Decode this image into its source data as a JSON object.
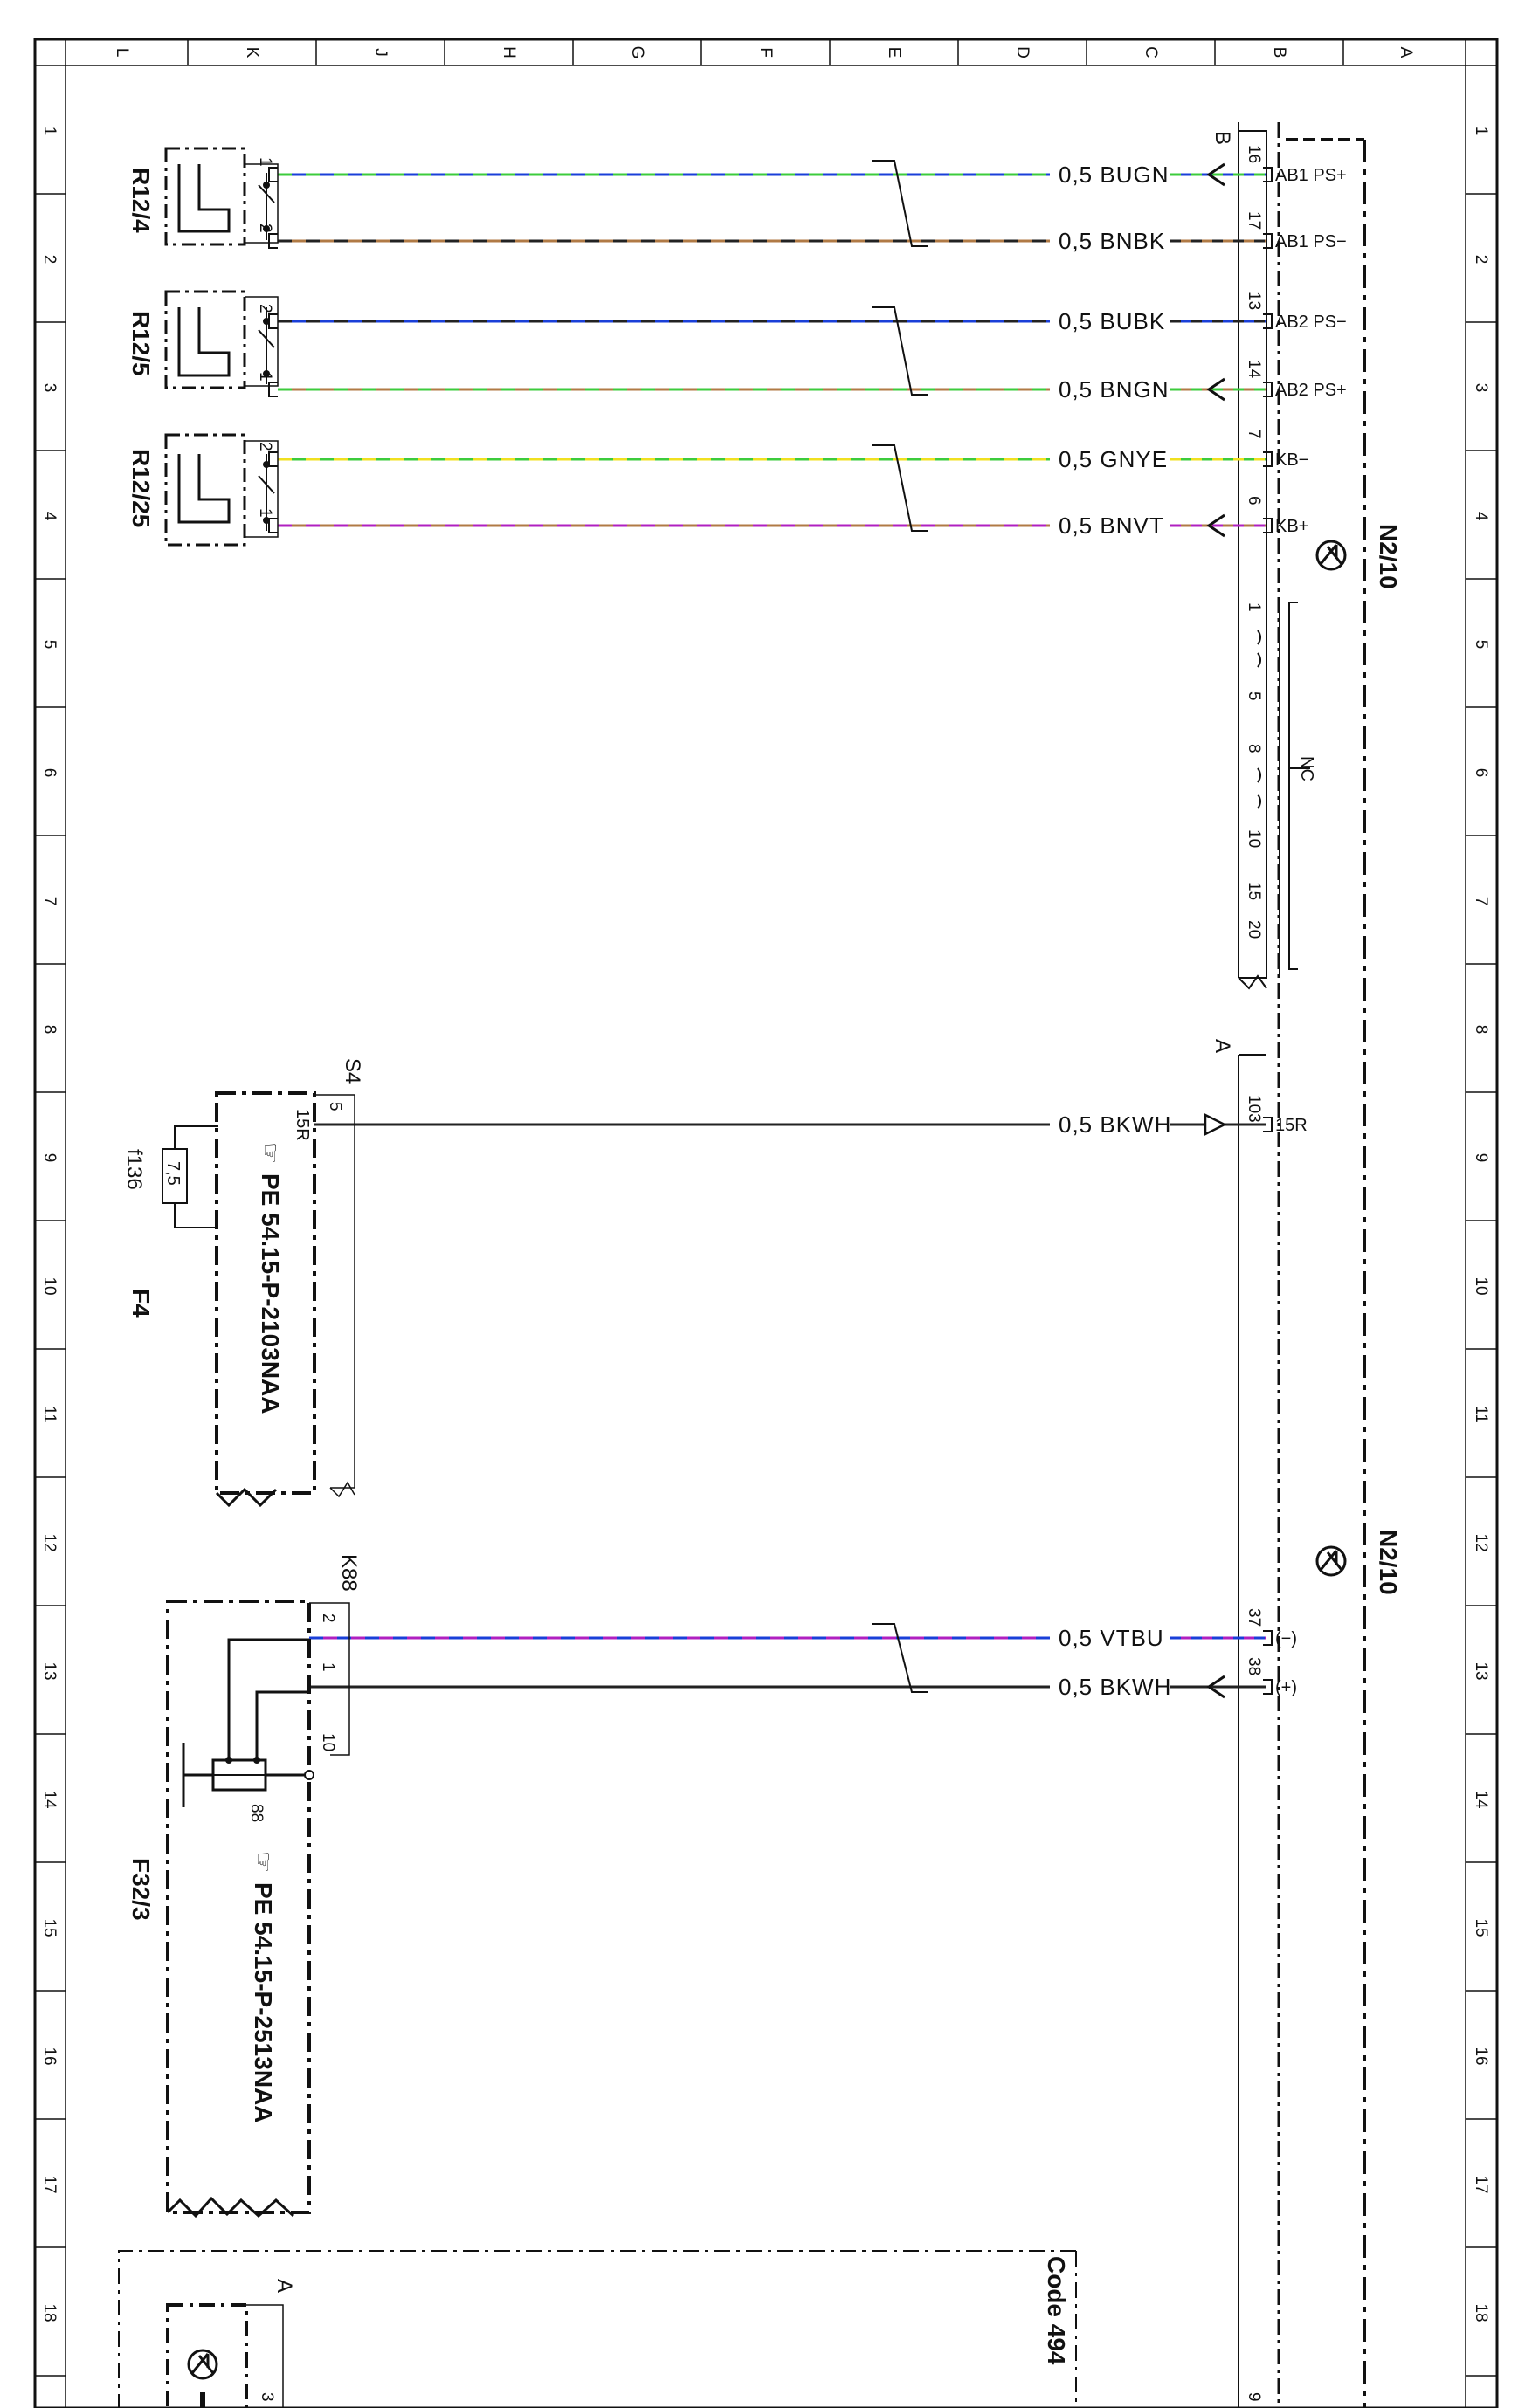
{
  "grid": {
    "columns": [
      "L",
      "K",
      "J",
      "H",
      "G",
      "F",
      "E",
      "D",
      "C",
      "B",
      "A"
    ],
    "rows": [
      "1",
      "2",
      "3",
      "4",
      "5",
      "6",
      "7",
      "8",
      "9",
      "10",
      "11",
      "12",
      "13",
      "14",
      "15",
      "16",
      "17",
      "18"
    ]
  },
  "components": {
    "r12_4": "R12/4",
    "r12_5": "R12/5",
    "r12_25": "R12/25",
    "n2_10_upper": "N2/10",
    "n2_10_lower": "N2/10",
    "f4": "F4",
    "f136": "f136",
    "f136_rating": "7,5",
    "s4": "S4",
    "k88": "K88",
    "f32_3": "F32/3",
    "code_494": "Code 494",
    "pe_1": "PE 54.15-P-2103NAA",
    "pe_2": "PE 54.15-P-2513NAA"
  },
  "connectors": {
    "b": "B",
    "a_upper": "A",
    "a_lower": "A",
    "nc": "NC",
    "pin_15r": "15R",
    "pin_5": "5",
    "k88_pin_10": "10",
    "k88_pin_88": "88",
    "k88_pin_2": "2",
    "k88_pin_1": "1",
    "bottom_pin_3": "3",
    "bottom_pin_9": "9"
  },
  "wires": [
    {
      "pin_n": "16",
      "pin_label": "AB1 PS+",
      "label": "0,5  BUGN",
      "sensor_pin": "1",
      "color1": "#1a3fd8",
      "color2": "#3ccb3c"
    },
    {
      "pin_n": "17",
      "pin_label": "AB1 PS−",
      "label": "0,5  BNBK",
      "sensor_pin": "2",
      "color1": "#b07a45",
      "color2": "#222222"
    },
    {
      "pin_n": "13",
      "pin_label": "AB2 PS−",
      "label": "0,5  BUBK",
      "sensor_pin": "2",
      "color1": "#1a3fd8",
      "color2": "#222222"
    },
    {
      "pin_n": "14",
      "pin_label": "AB2 PS+",
      "label": "0,5  BNGN",
      "sensor_pin": "1",
      "color1": "#b07a45",
      "color2": "#3ccb3c"
    },
    {
      "pin_n": "7",
      "pin_label": "KB−",
      "label": "0,5  GNYE",
      "sensor_pin": "2",
      "color1": "#3ccb3c",
      "color2": "#f0e020"
    },
    {
      "pin_n": "6",
      "pin_label": "KB+",
      "label": "0,5  BNVT",
      "sensor_pin": "1",
      "color1": "#b07a45",
      "color2": "#b020c0"
    },
    {
      "pin_n": "103",
      "pin_label": "15R",
      "label": "0,5  BKWH",
      "sensor_pin": "",
      "color1": "#222222",
      "color2": "#222222"
    },
    {
      "pin_n": "37",
      "pin_label": "(−)",
      "label": "0,5  VTBU",
      "sensor_pin": "",
      "color1": "#b020c0",
      "color2": "#1a3fd8"
    },
    {
      "pin_n": "38",
      "pin_label": "(+)",
      "label": "0,5  BKWH",
      "sensor_pin": "",
      "color1": "#222222",
      "color2": "#222222"
    }
  ],
  "nc_pins": [
    "1",
    "5",
    "8",
    "10",
    "15",
    "20"
  ]
}
